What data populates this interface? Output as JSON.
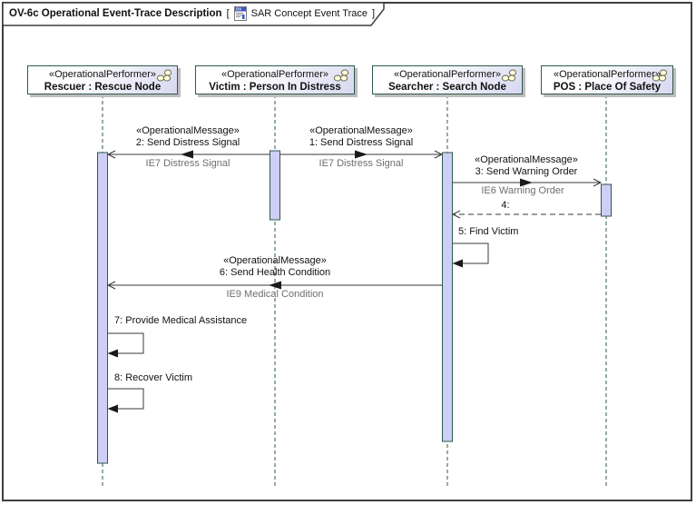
{
  "frame": {
    "title": "OV-6c Operational Event-Trace Description",
    "open_bracket": "[",
    "close_bracket": "]",
    "diagram_name": "SAR Concept Event Trace",
    "diagram_icon_label": "OV"
  },
  "performers": [
    {
      "stereotype": "«OperationalPerformer»",
      "name": "Rescuer : Rescue Node"
    },
    {
      "stereotype": "«OperationalPerformer»",
      "name": "Victim : Person In Distress"
    },
    {
      "stereotype": "«OperationalPerformer»",
      "name": "Searcher : Search Node"
    },
    {
      "stereotype": "«OperationalPerformer»",
      "name": "POS : Place Of Safety"
    }
  ],
  "messages": [
    {
      "stereotype": "«OperationalMessage»",
      "label": "1: Send Distress Signal",
      "info_flow": "IE7 Distress Signal",
      "from": "Victim : Person In Distress",
      "to": "Searcher : Search Node",
      "kind": "solid-arrow"
    },
    {
      "stereotype": "«OperationalMessage»",
      "label": "2: Send Distress Signal",
      "info_flow": "IE7 Distress Signal",
      "from": "Victim : Person In Distress",
      "to": "Rescuer : Rescue Node",
      "kind": "solid-arrow"
    },
    {
      "stereotype": "«OperationalMessage»",
      "label": "3: Send Warning Order",
      "info_flow": "IE6 Warning Order",
      "from": "Searcher : Search Node",
      "to": "POS : Place Of Safety",
      "kind": "solid-arrow"
    },
    {
      "label": "4:",
      "from": "POS : Place Of Safety",
      "to": "Searcher : Search Node",
      "kind": "dashed-reply"
    },
    {
      "label": "5: Find Victim",
      "from": "Searcher : Search Node",
      "to": "Searcher : Search Node",
      "kind": "self"
    },
    {
      "stereotype": "«OperationalMessage»",
      "label": "6: Send Health Condition",
      "info_flow": "IE9 Medical Condition",
      "from": "Searcher : Search Node",
      "to": "Rescuer : Rescue Node",
      "kind": "solid-arrow"
    },
    {
      "label": "7: Provide Medical Assistance",
      "from": "Rescuer : Rescue Node",
      "to": "Rescuer : Rescue Node",
      "kind": "self"
    },
    {
      "label": "8: Recover Victim",
      "from": "Rescuer : Rescue Node",
      "to": "Rescuer : Rescue Node",
      "kind": "self"
    }
  ],
  "colors": {
    "frame_border": "#3f3f3f",
    "element_border": "#2e5a4b",
    "activation_fill": "#cfcef7",
    "box_gradient_end": "#d7d7f1",
    "box_shadow": "#bdbdbd",
    "message_line": "#383838",
    "info_flow_text": "#6e6e6e",
    "performer_icon_fill": "#ffffd6",
    "diagram_icon_blue": "#3a57c4"
  }
}
